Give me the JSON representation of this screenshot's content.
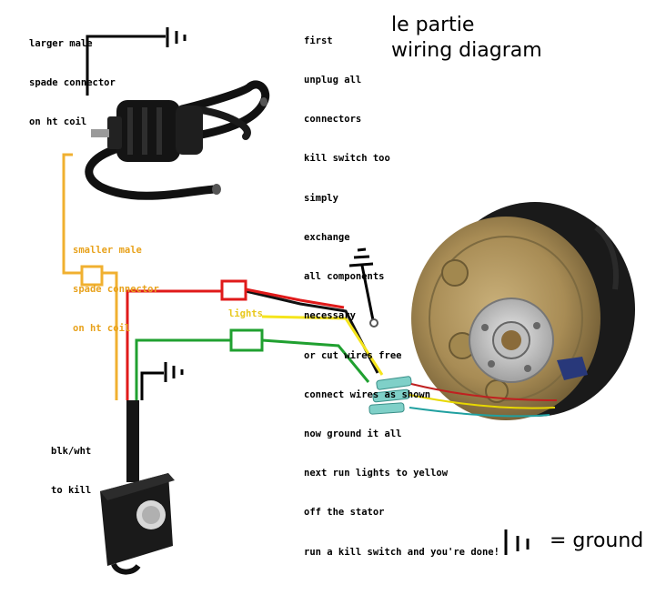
{
  "title": {
    "line1": "le partie",
    "line2": "wiring diagram"
  },
  "labels": {
    "hv_coil": [
      "larger male",
      "spade connector",
      "on ht coil"
    ],
    "small_spade": [
      "smaller male",
      "spade connector",
      "on ht coil"
    ],
    "lights": "lights",
    "kill": [
      "blk/wht",
      "to kill"
    ]
  },
  "instructions": [
    "first",
    "unplug all",
    "connectors",
    "kill switch too",
    "simply",
    "exchange",
    "all components",
    "necessary",
    "or cut wires free",
    "connect wires as shown",
    "now ground it all",
    "next run lights to yellow",
    "off the stator",
    "run a kill switch and you're done!"
  ],
  "legend": {
    "text": "= ground"
  },
  "colors": {
    "small_spade_label": "#e8a21c",
    "lights_label": "#e8c81c",
    "wire_red": "#e01a1a",
    "wire_yellow": "#f5e51c",
    "wire_green": "#20a030",
    "wire_orange": "#f0b030",
    "wire_black": "#000000"
  }
}
